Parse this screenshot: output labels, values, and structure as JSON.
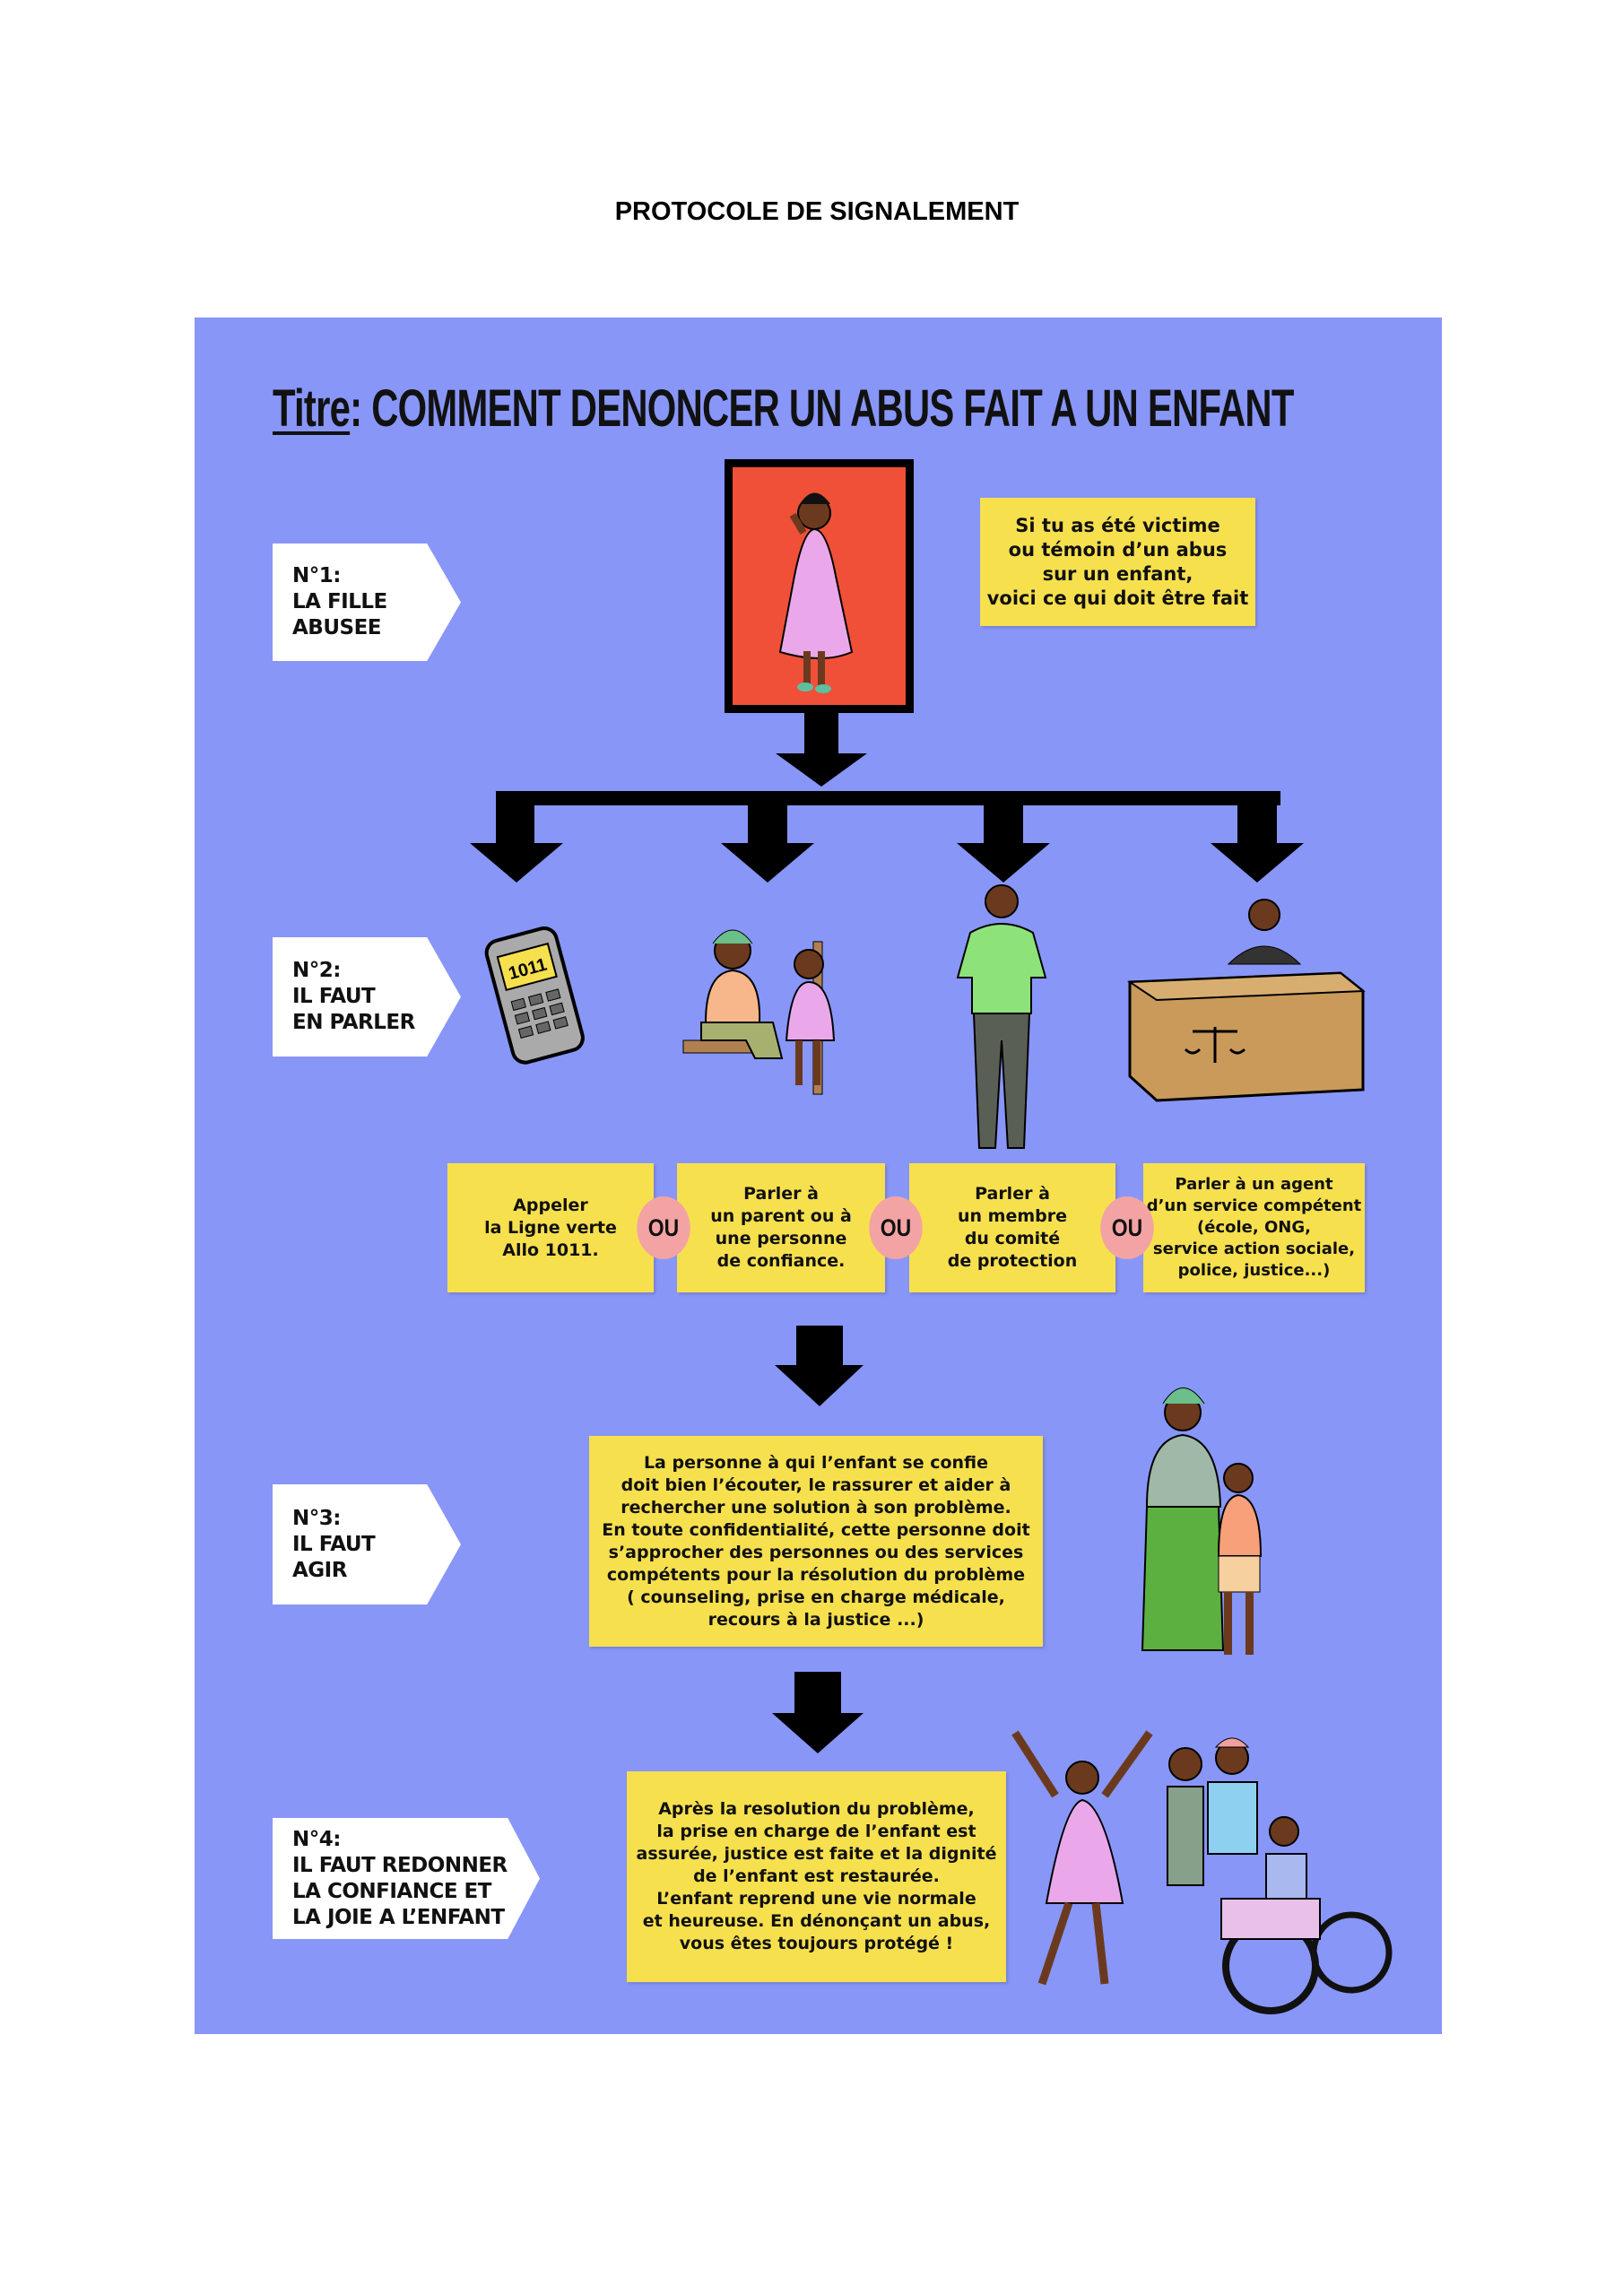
{
  "document_title": "PROTOCOLE DE SIGNALEMENT",
  "poster": {
    "title_prefix": "Titre",
    "title_colon": ":",
    "title_text": " COMMENT DENONCER UN ABUS FAIT A UN ENFANT",
    "colors": {
      "background": "#8896f8",
      "box": "#f7e04e",
      "ou": "#f3a3a3",
      "frame": "#f05038"
    }
  },
  "steps": [
    {
      "number": "N°1:",
      "line1": "LA FILLE",
      "line2": "ABUSEE"
    },
    {
      "number": "N°2:",
      "line1": "IL FAUT",
      "line2": "EN PARLER"
    },
    {
      "number": "N°3:",
      "line1": "IL FAUT",
      "line2": "AGIR"
    },
    {
      "number": "N°4:",
      "line1": "IL FAUT REDONNER",
      "line2": "LA CONFIANCE ET",
      "line3": "LA JOIE A L’ENFANT"
    }
  ],
  "intro_box": "Si tu as été victime\nou témoin d’un abus\nsur un enfant,\nvoici ce qui doit être fait",
  "phone_display": "1011",
  "options": [
    "Appeler\nla Ligne verte\nAllo 1011.",
    "Parler à\nun parent ou à\nune personne\nde confiance.",
    "Parler à\nun membre\ndu comité\nde protection",
    "Parler à un agent\nd’un service compétent\n(école, ONG,\nservice action sociale,\npolice, justice...)"
  ],
  "or_label": "OU",
  "act_box": "La personne à qui l’enfant se confie\ndoit bien l’écouter, le rassurer et aider à\nrechercher une solution à son problème.\nEn toute confidentialité, cette personne doit\ns’approcher des personnes ou des services\ncompétents pour la résolution du problème\n( counseling, prise en charge médicale,\nrecours à la justice ...)",
  "final_box": "Après la resolution du problème,\nla prise en charge de l’enfant est\nassurée, justice est faite et la dignité\nde l’enfant est restaurée.\nL’enfant reprend une vie normale\net heureuse. En dénonçant un abus,\nvous êtes toujours protégé !"
}
